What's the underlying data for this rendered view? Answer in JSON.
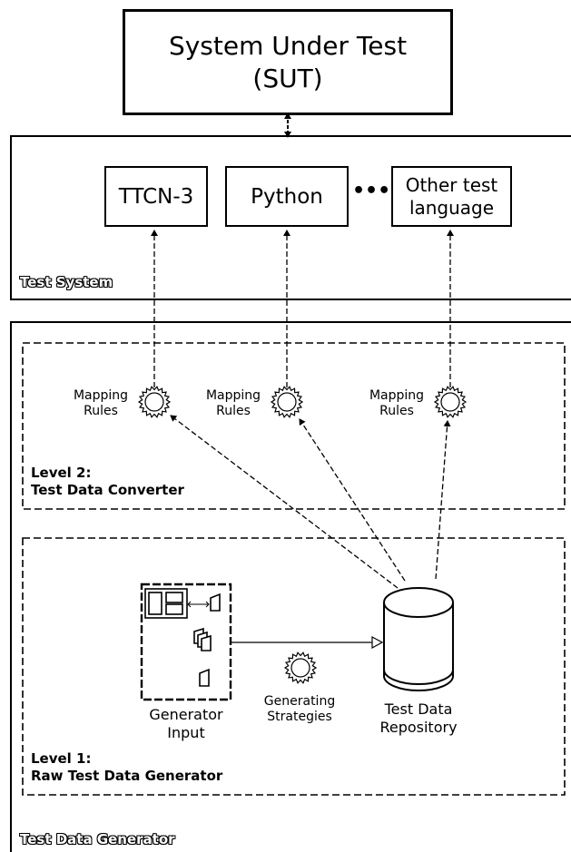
{
  "sut": {
    "line1": "System Under Test",
    "line2": "(SUT)"
  },
  "test_system": {
    "label": "Test System",
    "languages": [
      {
        "label": "TTCN-3"
      },
      {
        "label": "Python"
      },
      {
        "line1": "Other test",
        "line2": "language"
      }
    ],
    "ellipsis": "•••"
  },
  "level2": {
    "line1": "Level 2:",
    "line2": "Test Data Converter",
    "rules": [
      {
        "line1": "Mapping",
        "line2": "Rules"
      },
      {
        "line1": "Mapping",
        "line2": "Rules"
      },
      {
        "line1": "Mapping",
        "line2": "Rules"
      }
    ]
  },
  "level1": {
    "line1": "Level 1:",
    "line2": "Raw Test Data Generator",
    "generator_input": {
      "line1": "Generator",
      "line2": "Input"
    },
    "strategies": {
      "line1": "Generating",
      "line2": "Strategies"
    },
    "repository": {
      "line1": "Test Data",
      "line2": "Repository"
    }
  },
  "generator": {
    "label": "Test Data Generator"
  }
}
